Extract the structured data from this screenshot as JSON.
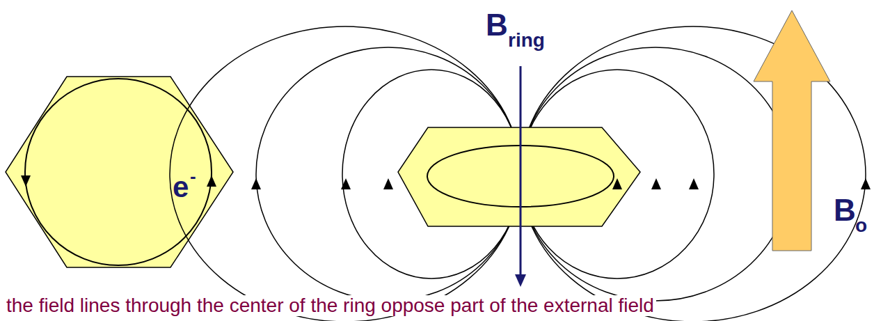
{
  "diagram": {
    "labels": [
      "e",
      "-",
      "B",
      "ring",
      "B",
      "o",
      "the field lines through the center of the ring oppose part of the external field"
    ]
  }
}
